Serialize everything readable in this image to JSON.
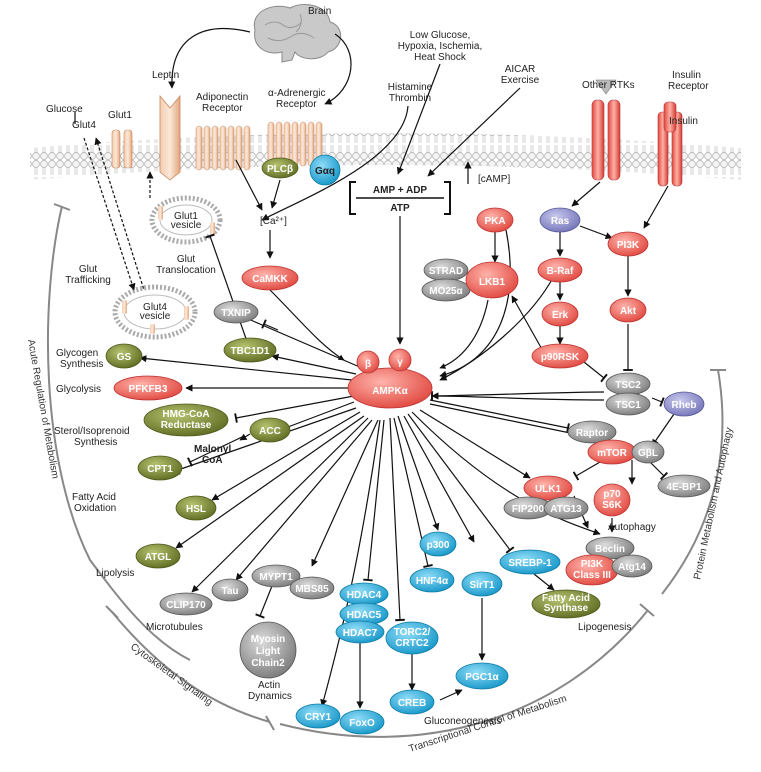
{
  "nodes": {
    "ampk": "AMPKα",
    "beta": "β",
    "gamma": "γ",
    "camkk": "CaMKK",
    "lkb1": "LKB1",
    "strad": "STRAD",
    "mo25": "MO25α",
    "pka": "PKA",
    "ras": "Ras",
    "braf": "B-Raf",
    "erk": "Erk",
    "p90rsk": "p90RSK",
    "pi3k": "PI3K",
    "akt": "Akt",
    "tsc2": "TSC2",
    "tsc1": "TSC1",
    "rheb": "Rheb",
    "raptor": "Raptor",
    "mtor": "mTOR",
    "gbl": "GβL",
    "ebp1": "4E-BP1",
    "ulk1": "ULK1",
    "fip200": "FIP200",
    "atg13": "ATG13",
    "p70s6k_1": "p70",
    "p70s6k_2": "S6K",
    "beclin": "Beclin",
    "pi3k3_1": "PI3K",
    "pi3k3_2": "Class III",
    "atg14": "Atg14",
    "srebp1": "SREBP-1",
    "fas_1": "Fatty Acid",
    "fas_2": "Synthase",
    "sirt1": "SirT1",
    "pgc1a": "PGC1α",
    "hnf4a": "HNF4α",
    "p300": "p300",
    "torc_1": "TORC2/",
    "torc_2": "CRTC2",
    "creb": "CREB",
    "hdac4": "HDAC4",
    "hdac5": "HDAC5",
    "hdac7": "HDAC7",
    "foxo": "FoxO",
    "cry1": "CRY1",
    "mypt1": "MYPT1",
    "mbs85": "MBS85",
    "mlc_1": "Myosin",
    "mlc_2": "Light",
    "mlc_3": "Chain2",
    "tau": "Tau",
    "clip170": "CLIP170",
    "atgl": "ATGL",
    "hsl": "HSL",
    "cpt1": "CPT1",
    "acc": "ACC",
    "hmg_1": "HMG-CoA",
    "hmg_2": "Reductase",
    "pfkfb3": "PFKFB3",
    "gs": "GS",
    "tbc1d1": "TBC1D1",
    "txnip": "TXNIP",
    "plcb": "PLCβ",
    "gaq": "Gαq"
  },
  "labels": {
    "brain": "Brain",
    "leptin": "Leptin",
    "adipo_1": "Adiponectin",
    "adipo_2": "Receptor",
    "alpha_1": "α-Adrenergic",
    "alpha_2": "Receptor",
    "glucose": "Glucose",
    "glut4": "Glut4",
    "glut1": "Glut1",
    "lowglu_1": "Low Glucose,",
    "lowglu_2": "Hypoxia, Ischemia,",
    "lowglu_3": "Heat Shock",
    "aicar_1": "AICAR",
    "aicar_2": "Exercise",
    "hist_1": "Histamine",
    "hist_2": "Thrombin",
    "rtks": "Other RTKs",
    "insr_1": "Insulin",
    "insr_2": "Receptor",
    "insulin": "Insulin",
    "camp": "[cAMP]",
    "amp_num": "AMP + ADP",
    "amp_den": "ATP",
    "ca": "[Ca²⁺]",
    "glut1ves_1": "Glut1",
    "glut1ves_2": "vesicle",
    "glut4ves_1": "Glut4",
    "glut4ves_2": "vesicle",
    "gluttrans_1": "Glut",
    "gluttrans_2": "Translocation",
    "gluttraf_1": "Glut",
    "gluttraf_2": "Trafficking",
    "glycogen_1": "Glycogen",
    "glycogen_2": "Synthesis",
    "glycolysis": "Glycolysis",
    "sterol_1": "Sterol/Isoprenoid",
    "sterol_2": "Synthesis",
    "malonyl_1": "Malonyl",
    "malonyl_2": "CoA",
    "fao_1": "Fatty Acid",
    "fao_2": "Oxidation",
    "lipolysis": "Lipolysis",
    "microtubules": "Microtubules",
    "actin_1": "Actin",
    "actin_2": "Dynamics",
    "gluconeo": "Gluconeogenesis",
    "lipogenesis": "Lipogenesis",
    "autophagy": "Autophagy"
  },
  "arcs": {
    "acute": "Acute Regulation of Metabolism",
    "cyto": "Cytoskeletal Signaling",
    "trans": "Transcriptional Control of Metabolism",
    "protein": "Protein Metabolism and Autophagy"
  },
  "icons": {
    "brain": "brain-icon",
    "receptor": "receptor-icon",
    "vesicle": "vesicle-icon"
  },
  "colors": {
    "red": "#e8524a",
    "olive": "#6b7a2a",
    "cyan": "#1aa3d6",
    "grey": "#8a8a8a",
    "purple": "#8080c0"
  }
}
